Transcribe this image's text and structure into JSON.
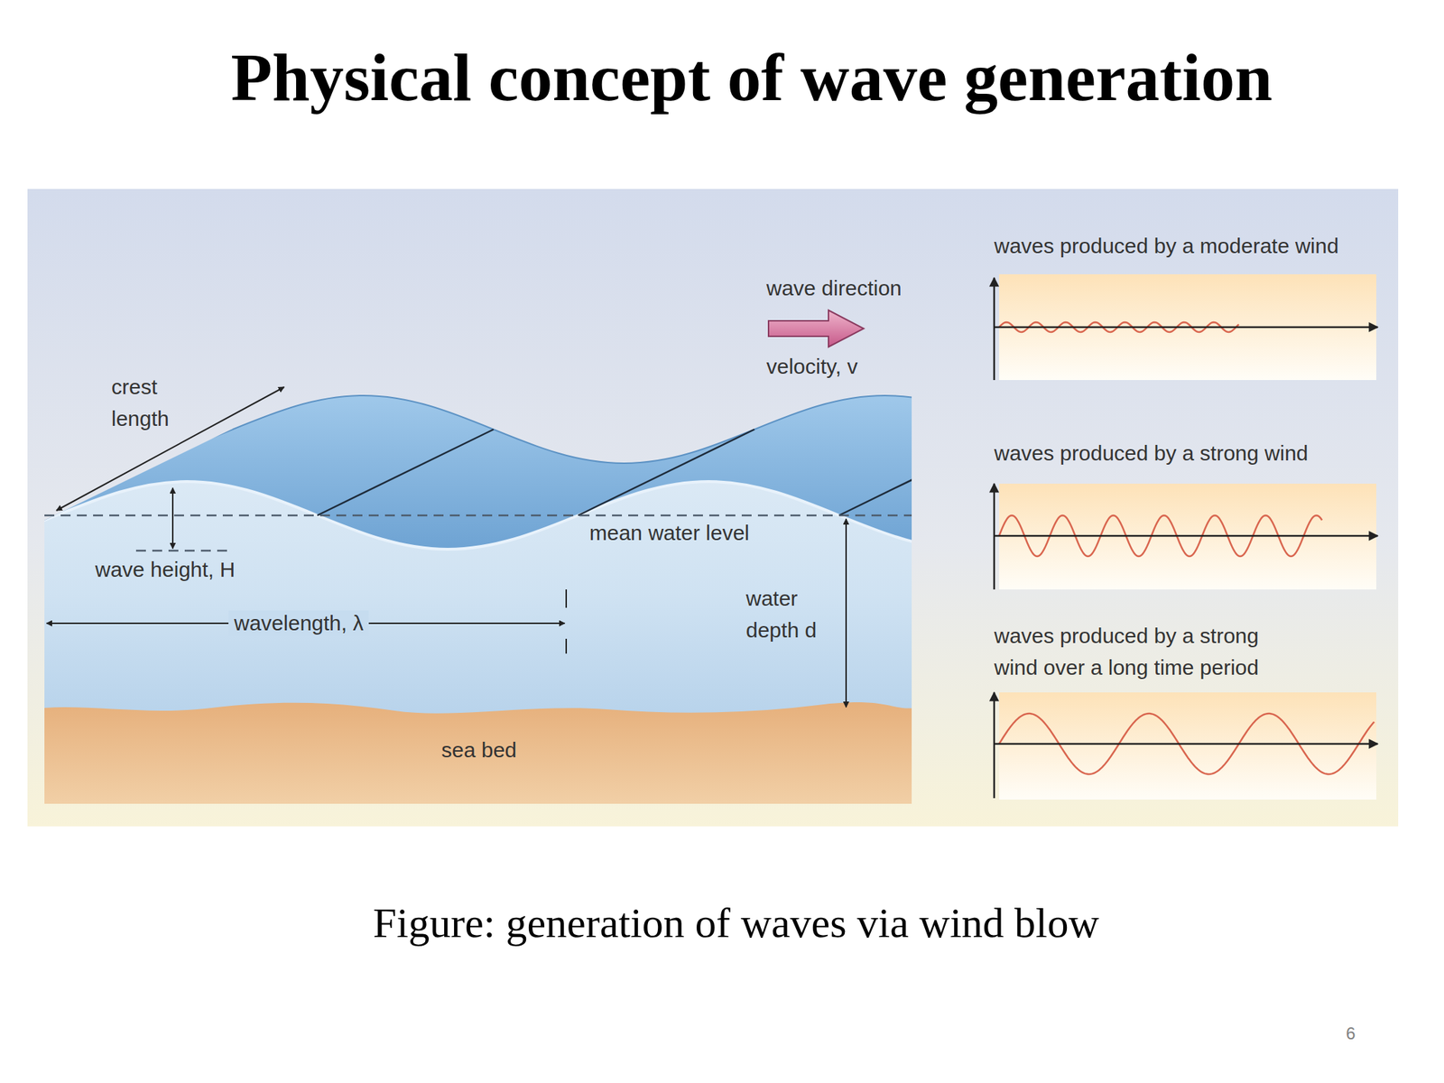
{
  "diagram": {
    "title": "Physical concept of wave generation",
    "caption": "Figure: generation of waves via wind blow",
    "labels": [
      "crest length",
      "wave height, H",
      "wavelength, λ",
      "wave direction",
      "velocity, v",
      "mean water level",
      "water depth d",
      "sea bed",
      "waves produced by a moderate wind",
      "waves produced by a strong wind",
      "waves produced by a strong wind over a long time period",
      "6"
    ]
  }
}
